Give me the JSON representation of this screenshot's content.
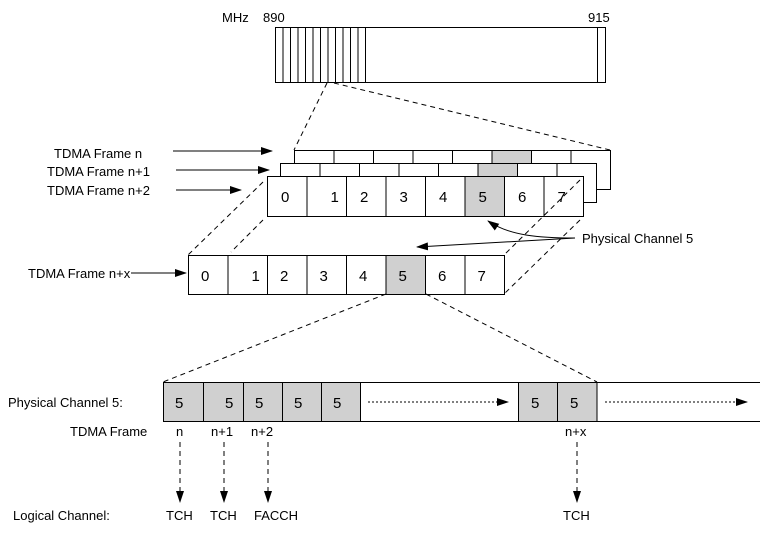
{
  "band": {
    "unit_label": "MHz",
    "start_label": "890",
    "end_label": "915",
    "channel_lines_count": 12
  },
  "stack_frames": {
    "labels": [
      "TDMA Frame n",
      "TDMA Frame n+1",
      "TDMA Frame n+2"
    ],
    "timeslots": [
      "0",
      "1",
      "2",
      "3",
      "4",
      "5",
      "6",
      "7"
    ],
    "highlight_slot": 5
  },
  "frame_nx": {
    "label": "TDMA Frame n+x",
    "timeslots": [
      "0",
      "1",
      "2",
      "3",
      "4",
      "5",
      "6",
      "7"
    ],
    "highlight_slot": 5
  },
  "callout": {
    "label": "Physical Channel 5"
  },
  "physical_channel": {
    "label": "Physical Channel 5:",
    "frame_row_label": "TDMA Frame",
    "first_group_slots": [
      "5",
      "5",
      "5",
      "5",
      "5"
    ],
    "second_group_slots": [
      "5",
      "5"
    ],
    "frame_labels": [
      "n",
      "n+1",
      "n+2",
      "n+x"
    ]
  },
  "logical_channel": {
    "label": "Logical Channel:",
    "channels": [
      "TCH",
      "TCH",
      "FACCH",
      "TCH"
    ]
  },
  "colors": {
    "highlight": "#d0d0d0",
    "line": "#000000"
  }
}
